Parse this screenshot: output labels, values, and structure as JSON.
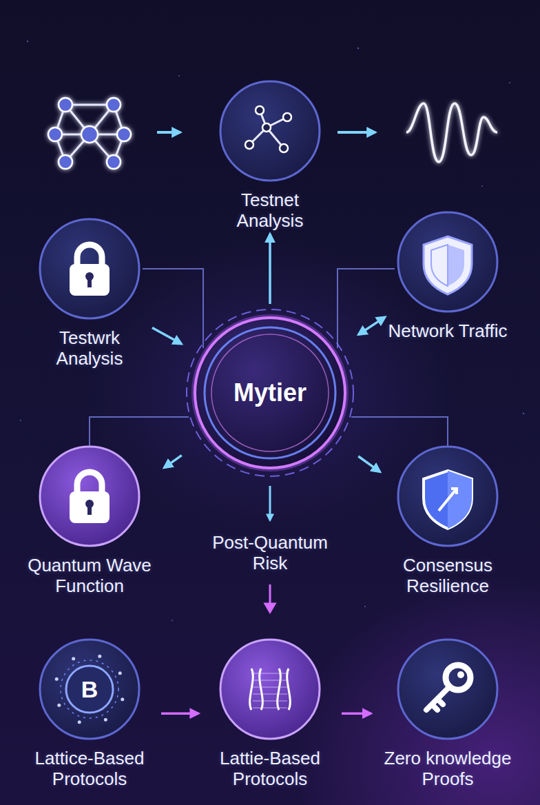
{
  "diagram": {
    "nodes": [
      {
        "text": [
          "Testnet Analysis"
        ]
      },
      {
        "text": [
          "Testwrk Analysis"
        ]
      },
      {
        "text": [
          "Network Traffic"
        ]
      },
      {
        "text": [
          "Mytier"
        ]
      },
      {
        "text": [
          "Quantum Wave Function"
        ]
      },
      {
        "text": [
          "Consensus Resilience"
        ]
      },
      {
        "text": [
          "B",
          "Lattice-Based Protocols"
        ]
      },
      {
        "text": [
          "Lattie-Based Protocols"
        ]
      },
      {
        "text": [
          "Zero knowledge Proofs"
        ]
      }
    ],
    "edges": [
      {
        "from": 3,
        "to": 0,
        "arrow": "to"
      },
      {
        "from": 1,
        "to": 3,
        "arrow": "to"
      },
      {
        "from": 3,
        "to": 2,
        "arrow": "both"
      },
      {
        "from": 3,
        "to": 4,
        "arrow": "to"
      },
      {
        "from": 3,
        "to": 5,
        "arrow": "to"
      },
      {
        "from": 6,
        "to": 7,
        "arrow": "to"
      },
      {
        "from": 7,
        "to": 8,
        "arrow": "to"
      }
    ],
    "labels": [
      "Post-Quantum Risk"
    ]
  }
}
